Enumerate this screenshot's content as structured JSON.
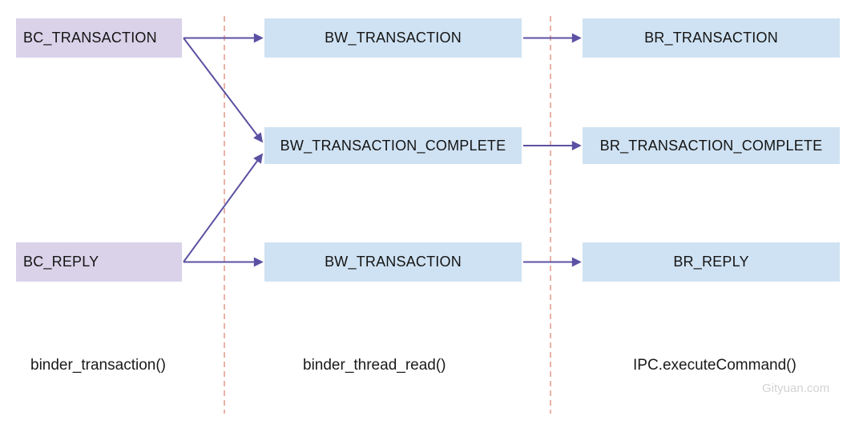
{
  "diagram": {
    "watermark": "Gityuan.com",
    "columns": [
      {
        "id": "col-1",
        "label": "binder_transaction()"
      },
      {
        "id": "col-2",
        "label": "binder_thread_read()"
      },
      {
        "id": "col-3",
        "label": "IPC.executeCommand()"
      }
    ],
    "nodes": [
      {
        "id": "bc_transaction",
        "label": "BC_TRANSACTION",
        "column": 1,
        "row": 1,
        "color": "#d9d2e9"
      },
      {
        "id": "bw_transaction_top",
        "label": "BW_TRANSACTION",
        "column": 2,
        "row": 1,
        "color": "#cfe2f3"
      },
      {
        "id": "br_transaction",
        "label": "BR_TRANSACTION",
        "column": 3,
        "row": 1,
        "color": "#cfe2f3"
      },
      {
        "id": "bw_transaction_complete",
        "label": "BW_TRANSACTION_COMPLETE",
        "column": 2,
        "row": 2,
        "color": "#cfe2f3"
      },
      {
        "id": "br_transaction_complete",
        "label": "BR_TRANSACTION_COMPLETE",
        "column": 3,
        "row": 2,
        "color": "#cfe2f3"
      },
      {
        "id": "bc_reply",
        "label": "BC_REPLY",
        "column": 1,
        "row": 3,
        "color": "#d9d2e9"
      },
      {
        "id": "bw_transaction_bottom",
        "label": "BW_TRANSACTION",
        "column": 2,
        "row": 3,
        "color": "#cfe2f3"
      },
      {
        "id": "br_reply",
        "label": "BR_REPLY",
        "column": 3,
        "row": 3,
        "color": "#cfe2f3"
      }
    ],
    "edges": [
      {
        "from": "bc_transaction",
        "to": "bw_transaction_top"
      },
      {
        "from": "bc_transaction",
        "to": "bw_transaction_complete"
      },
      {
        "from": "bc_reply",
        "to": "bw_transaction_complete"
      },
      {
        "from": "bc_reply",
        "to": "bw_transaction_bottom"
      },
      {
        "from": "bw_transaction_top",
        "to": "br_transaction"
      },
      {
        "from": "bw_transaction_complete",
        "to": "br_transaction_complete"
      },
      {
        "from": "bw_transaction_bottom",
        "to": "br_reply"
      }
    ],
    "colors": {
      "command_box": "#d9d2e9",
      "return_box": "#cfe2f3",
      "arrow": "#5b51a2",
      "divider": "#dd7e6b",
      "watermark": "#d3d3d3"
    }
  }
}
